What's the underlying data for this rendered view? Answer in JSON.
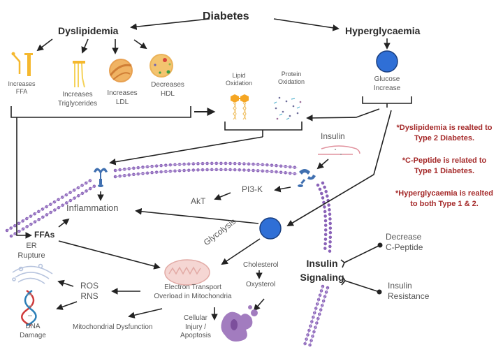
{
  "nodes": {
    "diabetes": "Diabetes",
    "dyslipidemia": "Dyslipidemia",
    "hyperglycaemia": "Hyperglycaemia",
    "increases_ffa": [
      "Increases",
      "FFA"
    ],
    "increases_triglycerides": [
      "Increases",
      "Triglycerides"
    ],
    "increases_ldl": [
      "Increases",
      "LDL"
    ],
    "decreases_hdl": [
      "Decreases",
      "HDL"
    ],
    "lipid_oxidation": [
      "Lipid",
      "Oxidation"
    ],
    "protein_oxidation": [
      "Protein",
      "Oxidation"
    ],
    "glucose_increase": [
      "Glucose",
      "Increase"
    ],
    "insulin": "Insulin",
    "pi3k": "PI3-K",
    "akt": "AkT",
    "inflammation": "Inflammation",
    "ffas": "FFAs",
    "er_rupture": [
      "ER",
      "Rupture"
    ],
    "glycolysis": "Glycolysis",
    "cholesterol": "Cholesterol",
    "oxysterol": "Oxysterol",
    "electron_transport": [
      "Electron Transport",
      "Overload in Mitochondria"
    ],
    "ros_rns": [
      "ROS",
      "RNS"
    ],
    "dna_damage": [
      "DNA",
      "Damage"
    ],
    "mitochondrial_dysfunction": "Mitochondrial Dysfunction",
    "cellular_injury": [
      "Cellular",
      "Injury /",
      "Apoptosis"
    ],
    "insulin_signaling": [
      "Insulin",
      "Signaling"
    ],
    "decrease_c_peptide": [
      "Decrease",
      "C-Peptide"
    ],
    "insulin_resistance": [
      "Insulin",
      "Resistance"
    ]
  },
  "notes": [
    [
      "*Dyslipidemia is realted to",
      "Type 2 Diabetes."
    ],
    [
      "*C-Peptide is related to",
      "Type 1 Diabetes."
    ],
    [
      "*Hyperglycaemia is realted",
      "to both Type 1 & 2."
    ]
  ],
  "colors": {
    "glucose": "#2f6fd6",
    "note_text": "#a52a2a",
    "membrane": "#8a62b8",
    "receptor": "#3f6fb0",
    "lipid": "#f5b82e",
    "mitochondria": "#f4d2cf",
    "apoptosis": "#9b6bb0",
    "arrow": "#222222"
  }
}
